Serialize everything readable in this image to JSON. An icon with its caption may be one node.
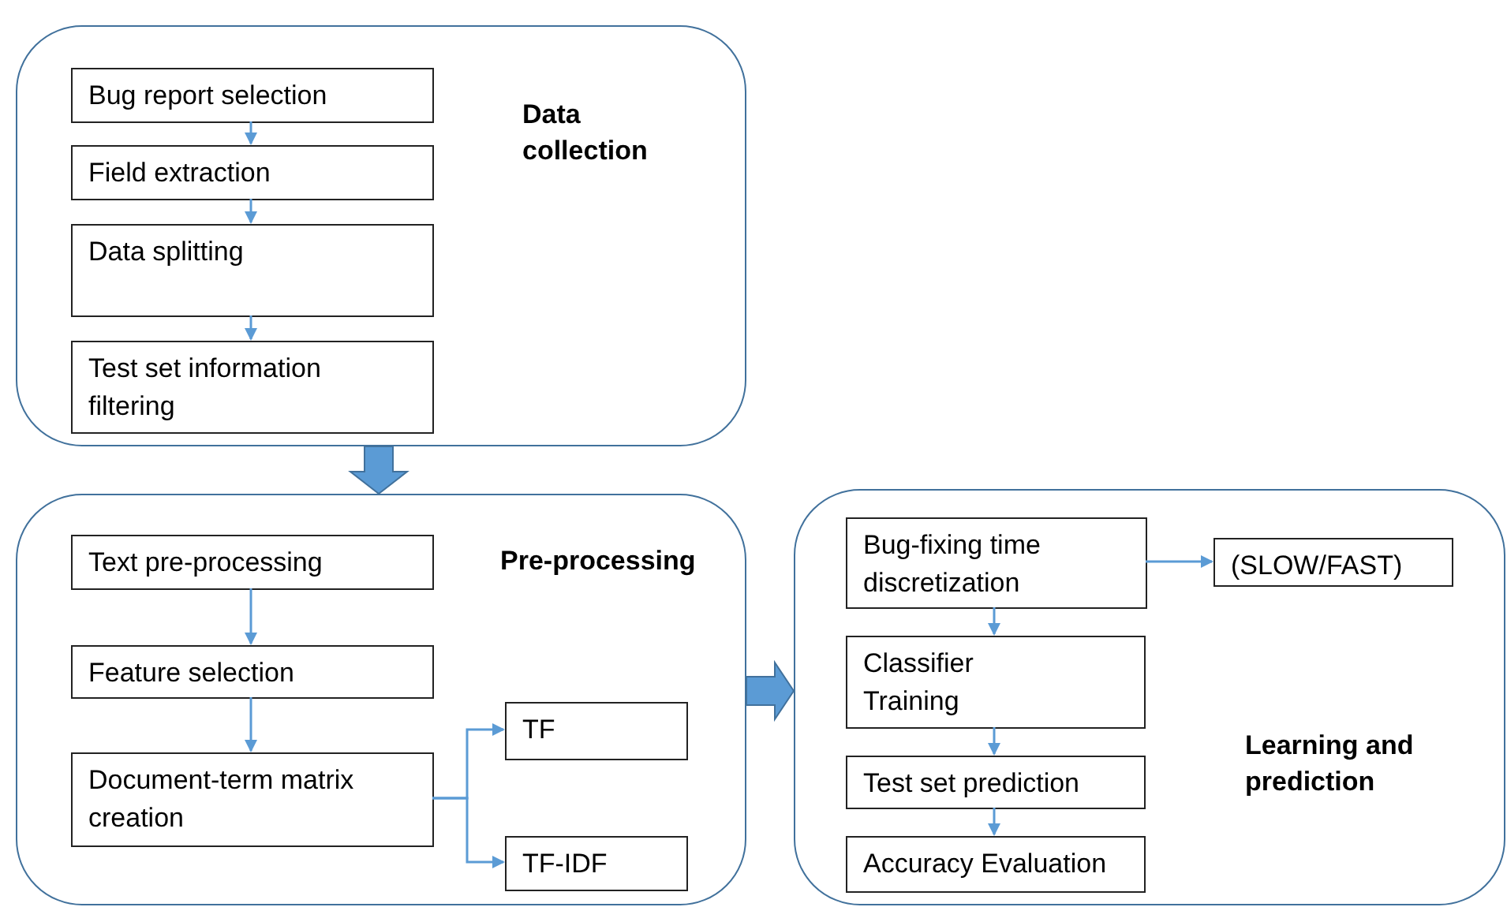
{
  "diagram": {
    "nodes": [
      {
        "text": [
          "Data collection"
        ]
      },
      {
        "text": [
          "Bug report selection"
        ],
        "in": 0
      },
      {
        "text": [
          "Field extraction"
        ],
        "in": 0
      },
      {
        "text": [
          "Data splitting"
        ],
        "in": 0
      },
      {
        "text": [
          "Test set information filtering"
        ],
        "in": 0
      },
      {
        "text": [
          "Pre-processing"
        ]
      },
      {
        "text": [
          "Text pre-processing"
        ],
        "in": 5
      },
      {
        "text": [
          "Feature selection"
        ],
        "in": 5
      },
      {
        "text": [
          "Document-term matrix creation"
        ],
        "in": 5
      },
      {
        "text": [
          "TF"
        ],
        "in": 5
      },
      {
        "text": [
          "TF-IDF"
        ],
        "in": 5
      },
      {
        "text": [
          "Learning and prediction"
        ]
      },
      {
        "text": [
          "Bug-fixing time discretization"
        ],
        "in": 11
      },
      {
        "text": [
          "(SLOW/FAST)"
        ],
        "in": 11
      },
      {
        "text": [
          "Classifier Training"
        ],
        "in": 11
      },
      {
        "text": [
          "Test set prediction"
        ],
        "in": 11
      },
      {
        "text": [
          "Accuracy Evaluation"
        ],
        "in": 11
      }
    ],
    "edges": [
      {
        "from": 1,
        "to": 2,
        "arrow": "to"
      },
      {
        "from": 2,
        "to": 3,
        "arrow": "to"
      },
      {
        "from": 3,
        "to": 4,
        "arrow": "to"
      },
      {
        "from": 0,
        "to": 5,
        "arrow": "to",
        "style": "thick"
      },
      {
        "from": 6,
        "to": 7,
        "arrow": "to"
      },
      {
        "from": 7,
        "to": 8,
        "arrow": "to"
      },
      {
        "from": 8,
        "to": 9,
        "arrow": "to"
      },
      {
        "from": 8,
        "to": 10,
        "arrow": "to"
      },
      {
        "from": 5,
        "to": 11,
        "arrow": "to",
        "style": "thick"
      },
      {
        "from": 12,
        "to": 13,
        "arrow": "to"
      },
      {
        "from": 12,
        "to": 14,
        "arrow": "to"
      },
      {
        "from": 14,
        "to": 15,
        "arrow": "to"
      },
      {
        "from": 15,
        "to": 16,
        "arrow": "to"
      }
    ]
  }
}
